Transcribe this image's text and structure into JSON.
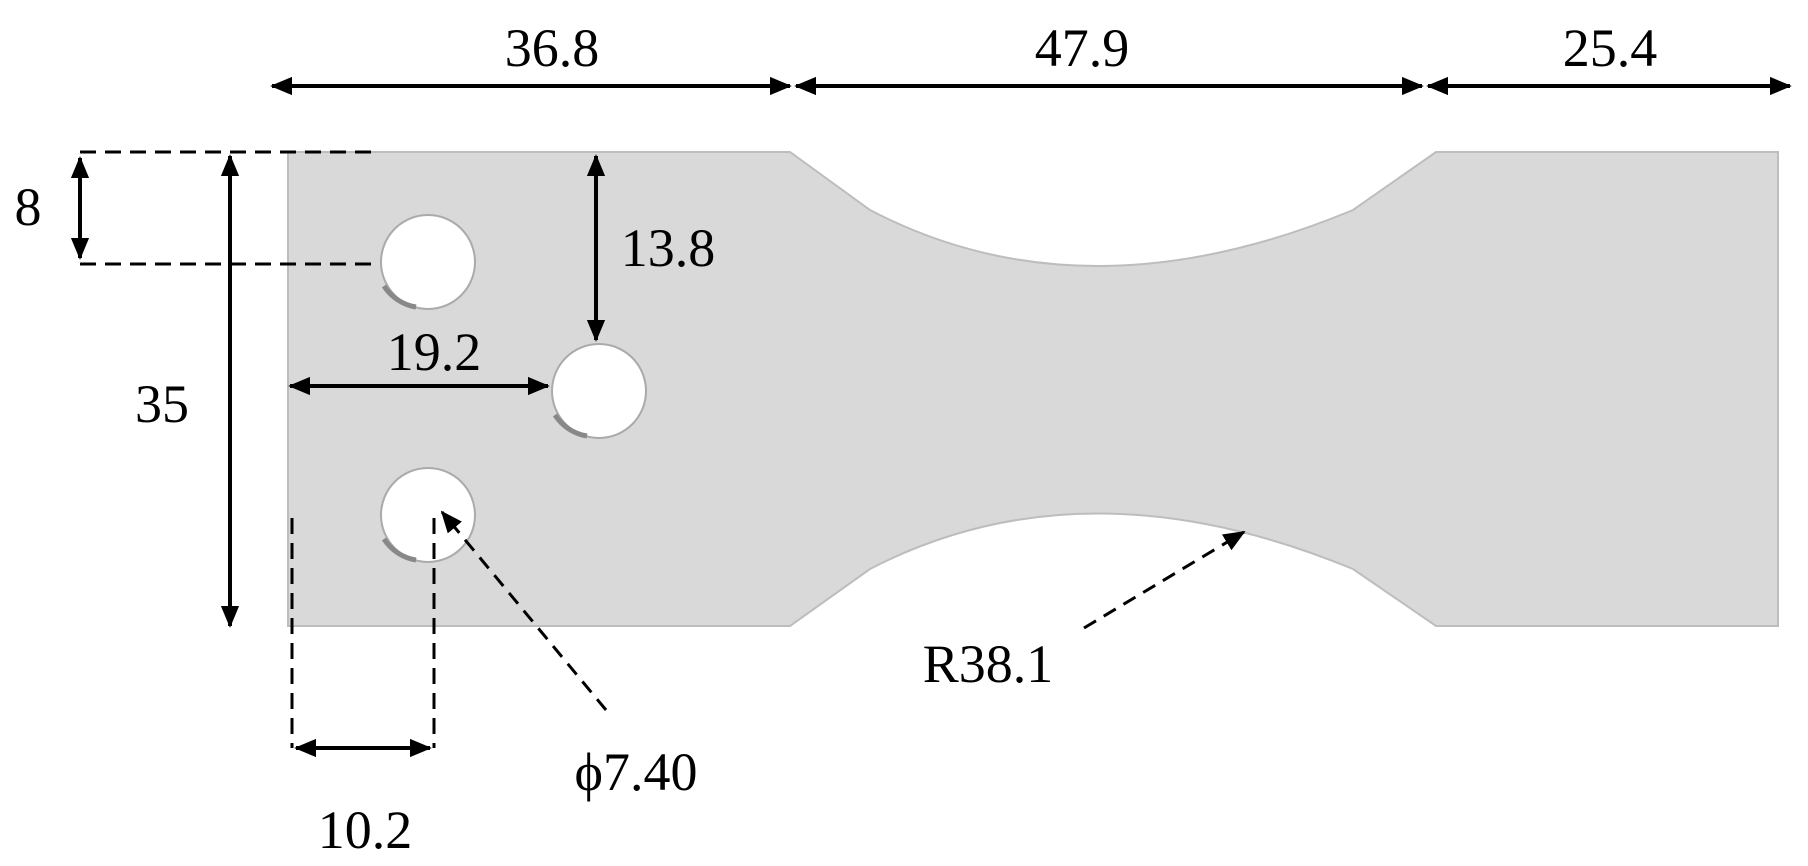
{
  "colors": {
    "background": "#ffffff",
    "part_fill": "#d9d9d9",
    "part_edge": "#bdbdbd",
    "line": "#000000"
  },
  "dimensions": {
    "top_left_length": "36.8",
    "top_mid_length": "47.9",
    "top_right_length": "25.4",
    "hole_offset_top": "8",
    "overall_width": "35",
    "center_hole_offset_top": "13.8",
    "center_hole_offset_left": "19.2",
    "hole_offset_left": "10.2",
    "hole_diameter": "ϕ7.40",
    "fillet_radius": "R38.1"
  }
}
